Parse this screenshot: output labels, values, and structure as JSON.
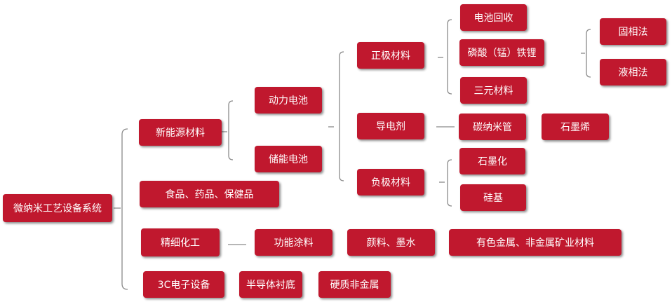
{
  "root": "微纳米工艺设备系统",
  "level1": {
    "new_energy": "新能源材料",
    "food_drug": "食品、药品、保健品",
    "fine_chem": "精细化工",
    "electronics": "3C电子设备",
    "semiconductor": "半导体衬底",
    "hard_nonmetal": "硬质非金属"
  },
  "battery": {
    "power": "动力电池",
    "storage": "储能电池"
  },
  "components": {
    "cathode": "正极材料",
    "conductive": "导电剂",
    "anode": "负极材料"
  },
  "cathode_types": {
    "recycle": "电池回收",
    "lfp": "磷酸（锰）铁锂",
    "ternary": "三元材料"
  },
  "lfp_methods": {
    "solid": "固相法",
    "liquid": "液相法"
  },
  "conductive_types": {
    "cnt": "碳纳米管",
    "graphene": "石墨烯"
  },
  "anode_types": {
    "graphitized": "石墨化",
    "silicon": "硅基"
  },
  "fine_chem_items": {
    "coatings": "功能涂料",
    "pigments": "颜料、墨水",
    "metals": "有色金属、非金属矿业材料"
  }
}
